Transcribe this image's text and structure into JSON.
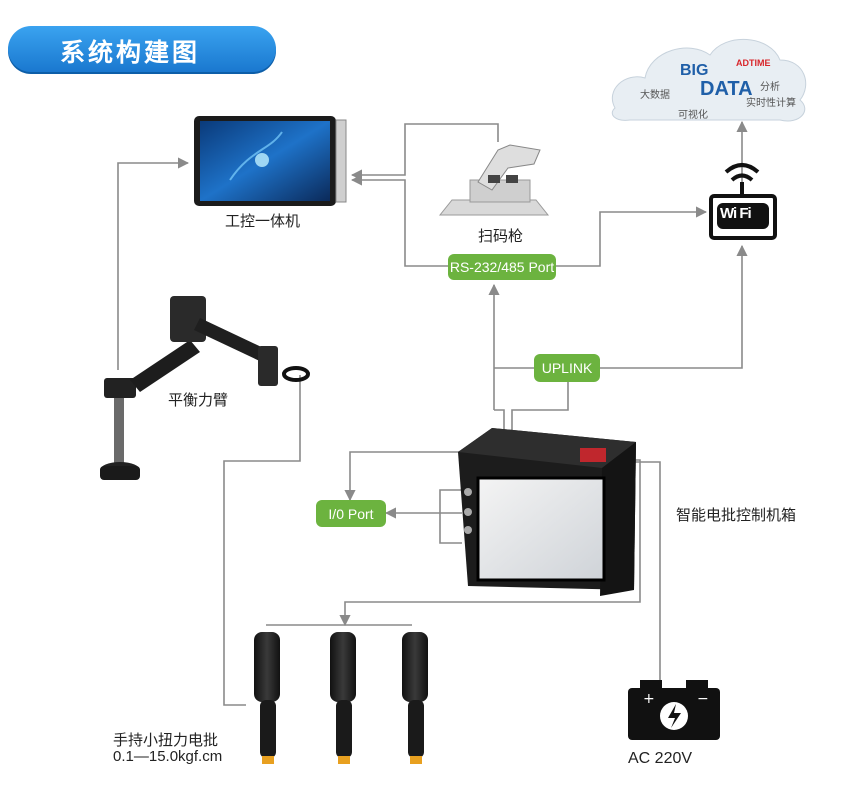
{
  "title": "系统构建图",
  "labels": {
    "ipc": "工控一体机",
    "scanner": "扫码枪",
    "arm": "平衡力臂",
    "controller": "智能电批控制机箱",
    "screwdriver_line1": "手持小扭力电批",
    "screwdriver_line2": "0.1—15.0kgf.cm",
    "power": "AC 220V"
  },
  "ports": {
    "rs": "RS-232/485 Port",
    "uplink": "UPLINK",
    "io": "I/0 Port"
  },
  "cloud_words": [
    "BIG",
    "DATA",
    "ADTIME",
    "实时性计算",
    "可视化",
    "大数据",
    "分析"
  ],
  "wifi_text": "Wi Fi",
  "colors": {
    "accent": "#1f86d9",
    "tag": "#6cb33f",
    "line": "#8a8a8a"
  }
}
